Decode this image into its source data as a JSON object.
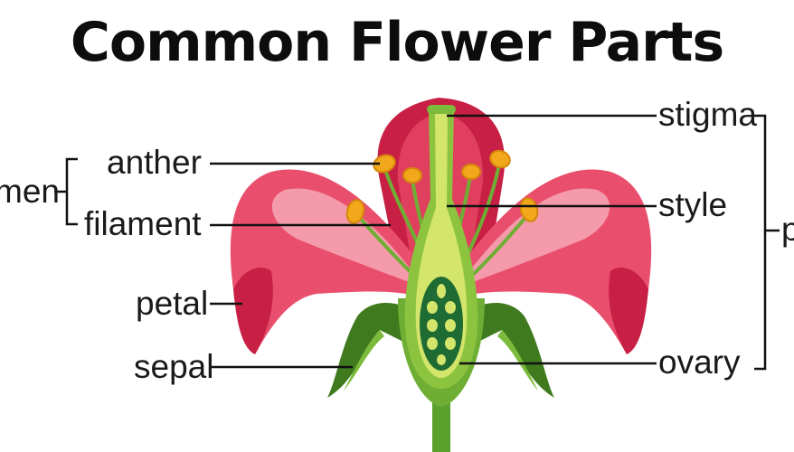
{
  "title": "Common Flower Parts",
  "labels": {
    "anther": "anther",
    "filament": "filament",
    "petal": "petal",
    "sepal": "sepal",
    "stigma": "stigma",
    "style": "style",
    "ovary": "ovary",
    "stamen_partial": "men",
    "pistil_partial": "p"
  },
  "colors": {
    "petal_dark": "#d8244a",
    "petal_mid": "#ec5a72",
    "petal_light": "#f7a3b2",
    "sepal_dark": "#3f7a1e",
    "sepal_light": "#7cba3c",
    "pistil_light": "#c7df5a",
    "ovary_dark": "#1f6b34",
    "anther": "#f2a81b",
    "line": "#111111"
  }
}
